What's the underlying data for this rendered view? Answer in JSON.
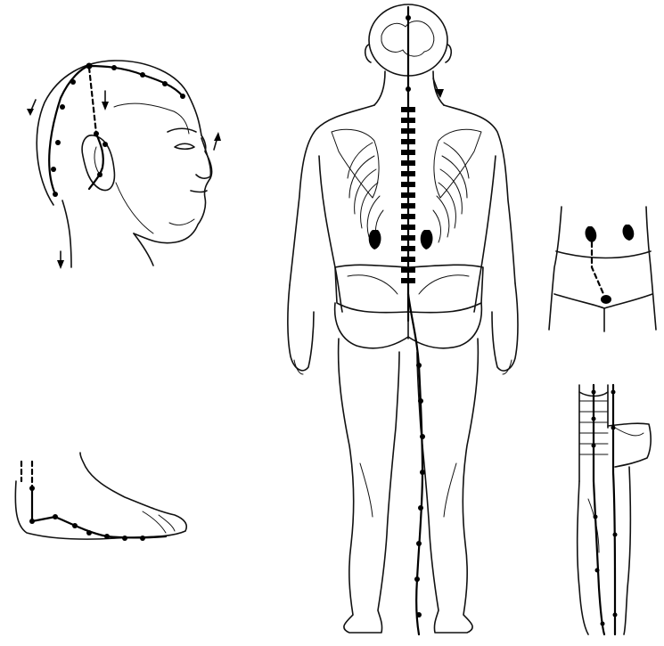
{
  "figure": {
    "panels": [
      {
        "id": "head",
        "name": "head-side-view"
      },
      {
        "id": "back",
        "name": "full-body-back-view"
      },
      {
        "id": "abdomen",
        "name": "lower-abdomen-front-view"
      },
      {
        "id": "hip-leg",
        "name": "hip-and-leg-side-view"
      },
      {
        "id": "foot",
        "name": "foot-side-view"
      }
    ],
    "colors": {
      "ink": "#111111",
      "paper": "#ffffff"
    }
  }
}
